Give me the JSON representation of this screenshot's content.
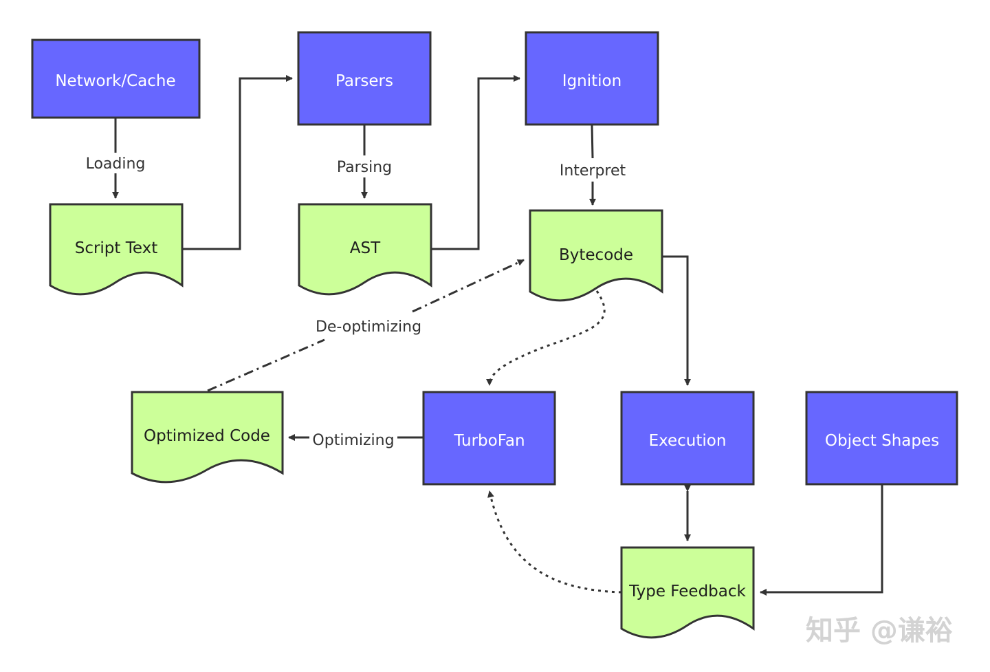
{
  "colors": {
    "process_fill": "#6767ff",
    "document_fill": "#ccff99",
    "stroke": "#333333",
    "page": "#ffffff"
  },
  "nodes": {
    "network_cache": "Network/Cache",
    "parsers": "Parsers",
    "ignition": "Ignition",
    "script_text": "Script Text",
    "ast": "AST",
    "bytecode": "Bytecode",
    "optimized_code": "Optimized Code",
    "turbofan": "TurboFan",
    "execution": "Execution",
    "object_shapes": "Object Shapes",
    "type_feedback": "Type Feedback"
  },
  "edges": {
    "loading": "Loading",
    "parsing": "Parsing",
    "interpret": "Interpret",
    "deoptimizing": "De-optimizing",
    "optimizing": "Optimizing"
  },
  "watermark": "知乎 @谦裕"
}
